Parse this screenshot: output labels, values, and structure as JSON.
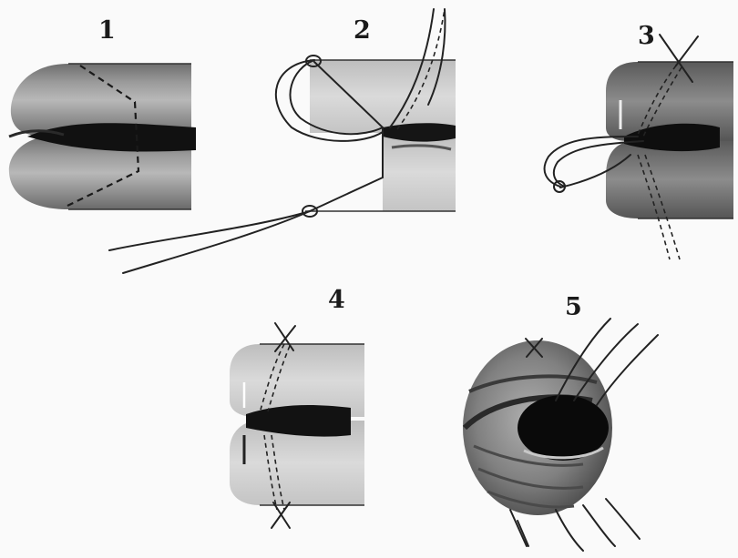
{
  "figure": {
    "panels": [
      {
        "label": "1"
      },
      {
        "label": "2"
      },
      {
        "label": "3"
      },
      {
        "label": "4"
      },
      {
        "label": "5"
      }
    ]
  }
}
